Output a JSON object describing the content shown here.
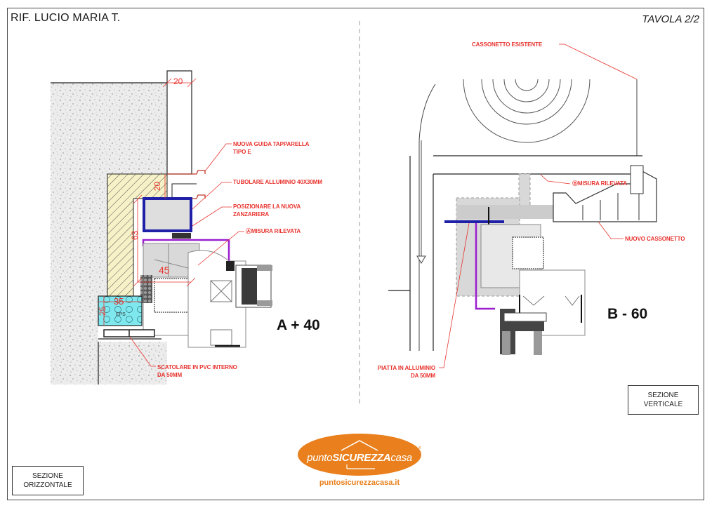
{
  "header": {
    "reference": "RIF. LUCIO MARIA T.",
    "sheet": "TAVOLA 2/2"
  },
  "left_section": {
    "label": "A + 40",
    "box_label_line1": "SEZIONE",
    "box_label_line2": "ORIZZONTALE",
    "dimensions": {
      "top_width": "20",
      "guide_gap": "20",
      "height": "63",
      "frame_width": "45",
      "eps_width": "35",
      "eps_height": "25"
    },
    "eps_tag": "EPS",
    "notes": [
      {
        "line1": "NUOVA GUIDA TAPPARELLA",
        "line2": "TIPO E"
      },
      {
        "line1": "TUBOLARE ALLUMINIO 40X30MM",
        "line2": ""
      },
      {
        "line1": "POSIZIONARE LA NUOVA",
        "line2": "ZANZARIERA"
      },
      {
        "line1": "ⒶMISURA RILEVATA",
        "line2": ""
      },
      {
        "line1": "SCATOLARE IN PVC INTERNO",
        "line2": "DA 50MM"
      }
    ]
  },
  "right_section": {
    "label": "B - 60",
    "box_label_line1": "SEZIONE",
    "box_label_line2": "VERTICALE",
    "notes": [
      {
        "line1": "CASSONETTO ESISTENTE",
        "line2": ""
      },
      {
        "line1": "ⒷMISURA RILEVATA",
        "line2": ""
      },
      {
        "line1": "NUOVO CASSONETTO",
        "line2": ""
      },
      {
        "line1": "PIATTA IN ALLUMINIO",
        "line2": "DA 50MM"
      }
    ]
  },
  "logo": {
    "brand_prefix": "punto",
    "brand_bold": "SICUREZZA",
    "brand_suffix": "casa",
    "registered": "®",
    "url": "puntosicurezzacasa.it"
  },
  "colors": {
    "annotation_red": "#e8332e",
    "brand_orange": "#e9801d",
    "tube_blue": "#1f1fa8",
    "flashing_purple": "#9b1fcf",
    "eps_cyan": "#7fe8ee",
    "insulation_yellow": "#f7f1c8"
  }
}
